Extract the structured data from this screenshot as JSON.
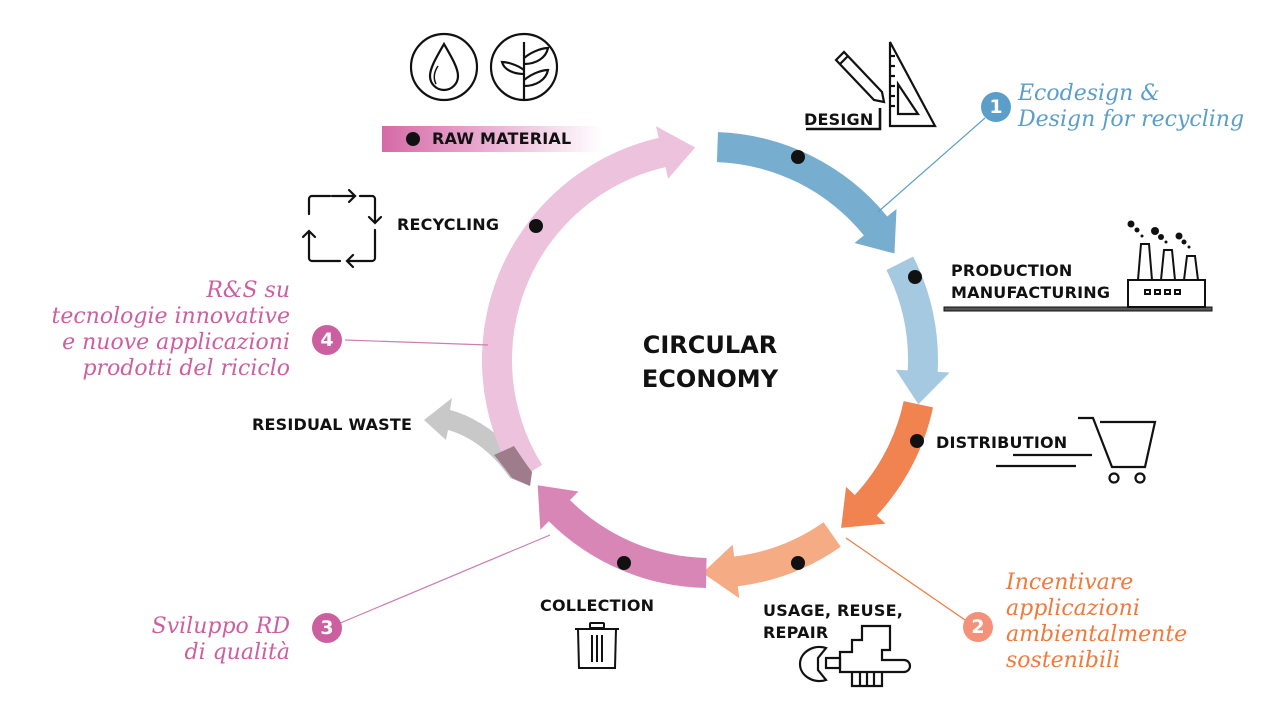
{
  "center": {
    "line1": "CIRCULAR",
    "line2": "ECONOMY"
  },
  "stages": [
    {
      "id": "raw-material",
      "label": "RAW MATERIAL",
      "color": "#ecc2dc"
    },
    {
      "id": "design",
      "label": "DESIGN",
      "color": "#77adcf"
    },
    {
      "id": "production",
      "label_line1": "PRODUCTION",
      "label_line2": "MANUFACTURING",
      "color": "#a5c9e1"
    },
    {
      "id": "distribution",
      "label": "DISTRIBUTION",
      "color": "#f0834f"
    },
    {
      "id": "usage",
      "label_line1": "USAGE, REUSE,",
      "label_line2": "REPAIR",
      "color": "#f5ab84"
    },
    {
      "id": "collection",
      "label": "COLLECTION",
      "color": "#d886b6"
    },
    {
      "id": "recycling",
      "label": "RECYCLING",
      "color": "#ecc2dc"
    },
    {
      "id": "residual-waste",
      "label": "RESIDUAL WASTE",
      "color": "#c8c8c8"
    }
  ],
  "notes": [
    {
      "number": "1",
      "lines": [
        "Ecodesign &",
        "Design for recycling"
      ],
      "color": "#5b9ec9"
    },
    {
      "number": "2",
      "lines": [
        "Incentivare",
        "applicazioni",
        "ambientalmente",
        "sostenibili"
      ],
      "color": "#f07a3c",
      "badge_color": "#f4917a"
    },
    {
      "number": "3",
      "lines": [
        "Sviluppo RD",
        "di qualità"
      ],
      "color": "#cc5fa0"
    },
    {
      "number": "4",
      "lines": [
        "R&S su",
        "tecnologie innovative",
        "e nuove applicazioni",
        "prodotti del riciclo"
      ],
      "color": "#cc5fa0"
    }
  ],
  "icons": {
    "raw_material": [
      "water-drop-icon",
      "plant-icon"
    ],
    "design": "pencil-ruler-icon",
    "production": "factory-icon",
    "distribution": "shopping-cart-icon",
    "usage": "wrench-hand-icon",
    "collection": "trash-bin-icon",
    "recycling": "recycle-arrows-icon"
  }
}
